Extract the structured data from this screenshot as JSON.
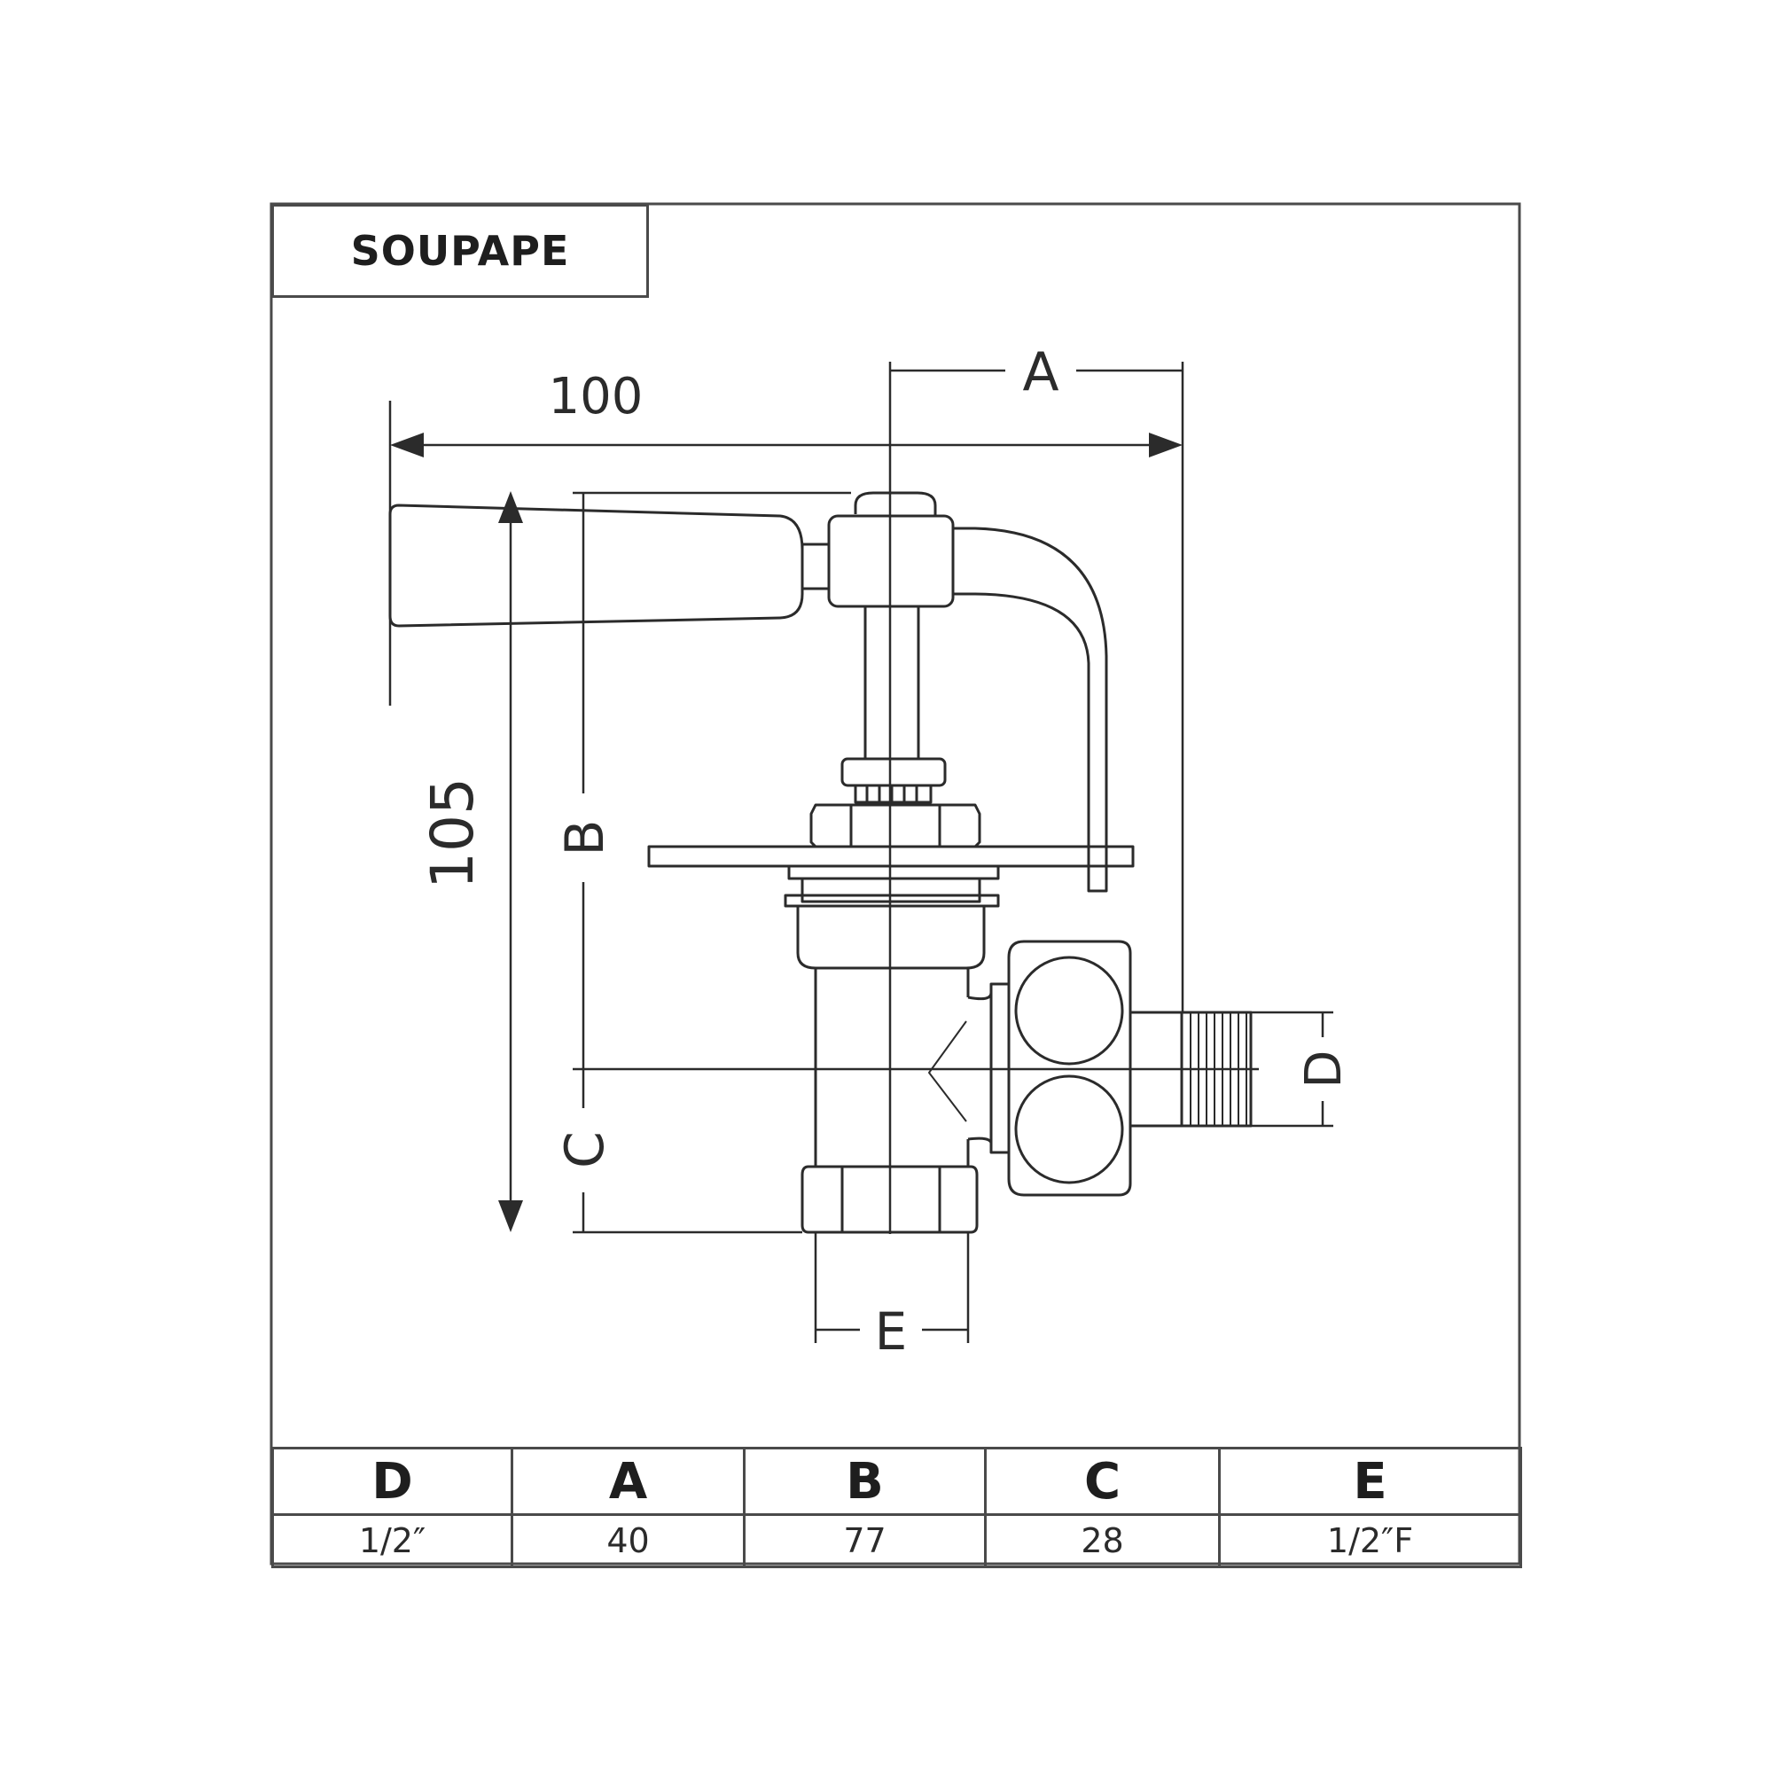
{
  "title": "SOUPAPE",
  "dimensions": {
    "overall_width": "100",
    "overall_height": "105",
    "label_a": "A",
    "label_b": "B",
    "label_c": "C",
    "label_d": "D",
    "label_e": "E"
  },
  "table": {
    "headers": [
      "D",
      "A",
      "B",
      "C",
      "E"
    ],
    "values": [
      "1/2″",
      "40",
      "77",
      "28",
      "1/2″F"
    ]
  }
}
